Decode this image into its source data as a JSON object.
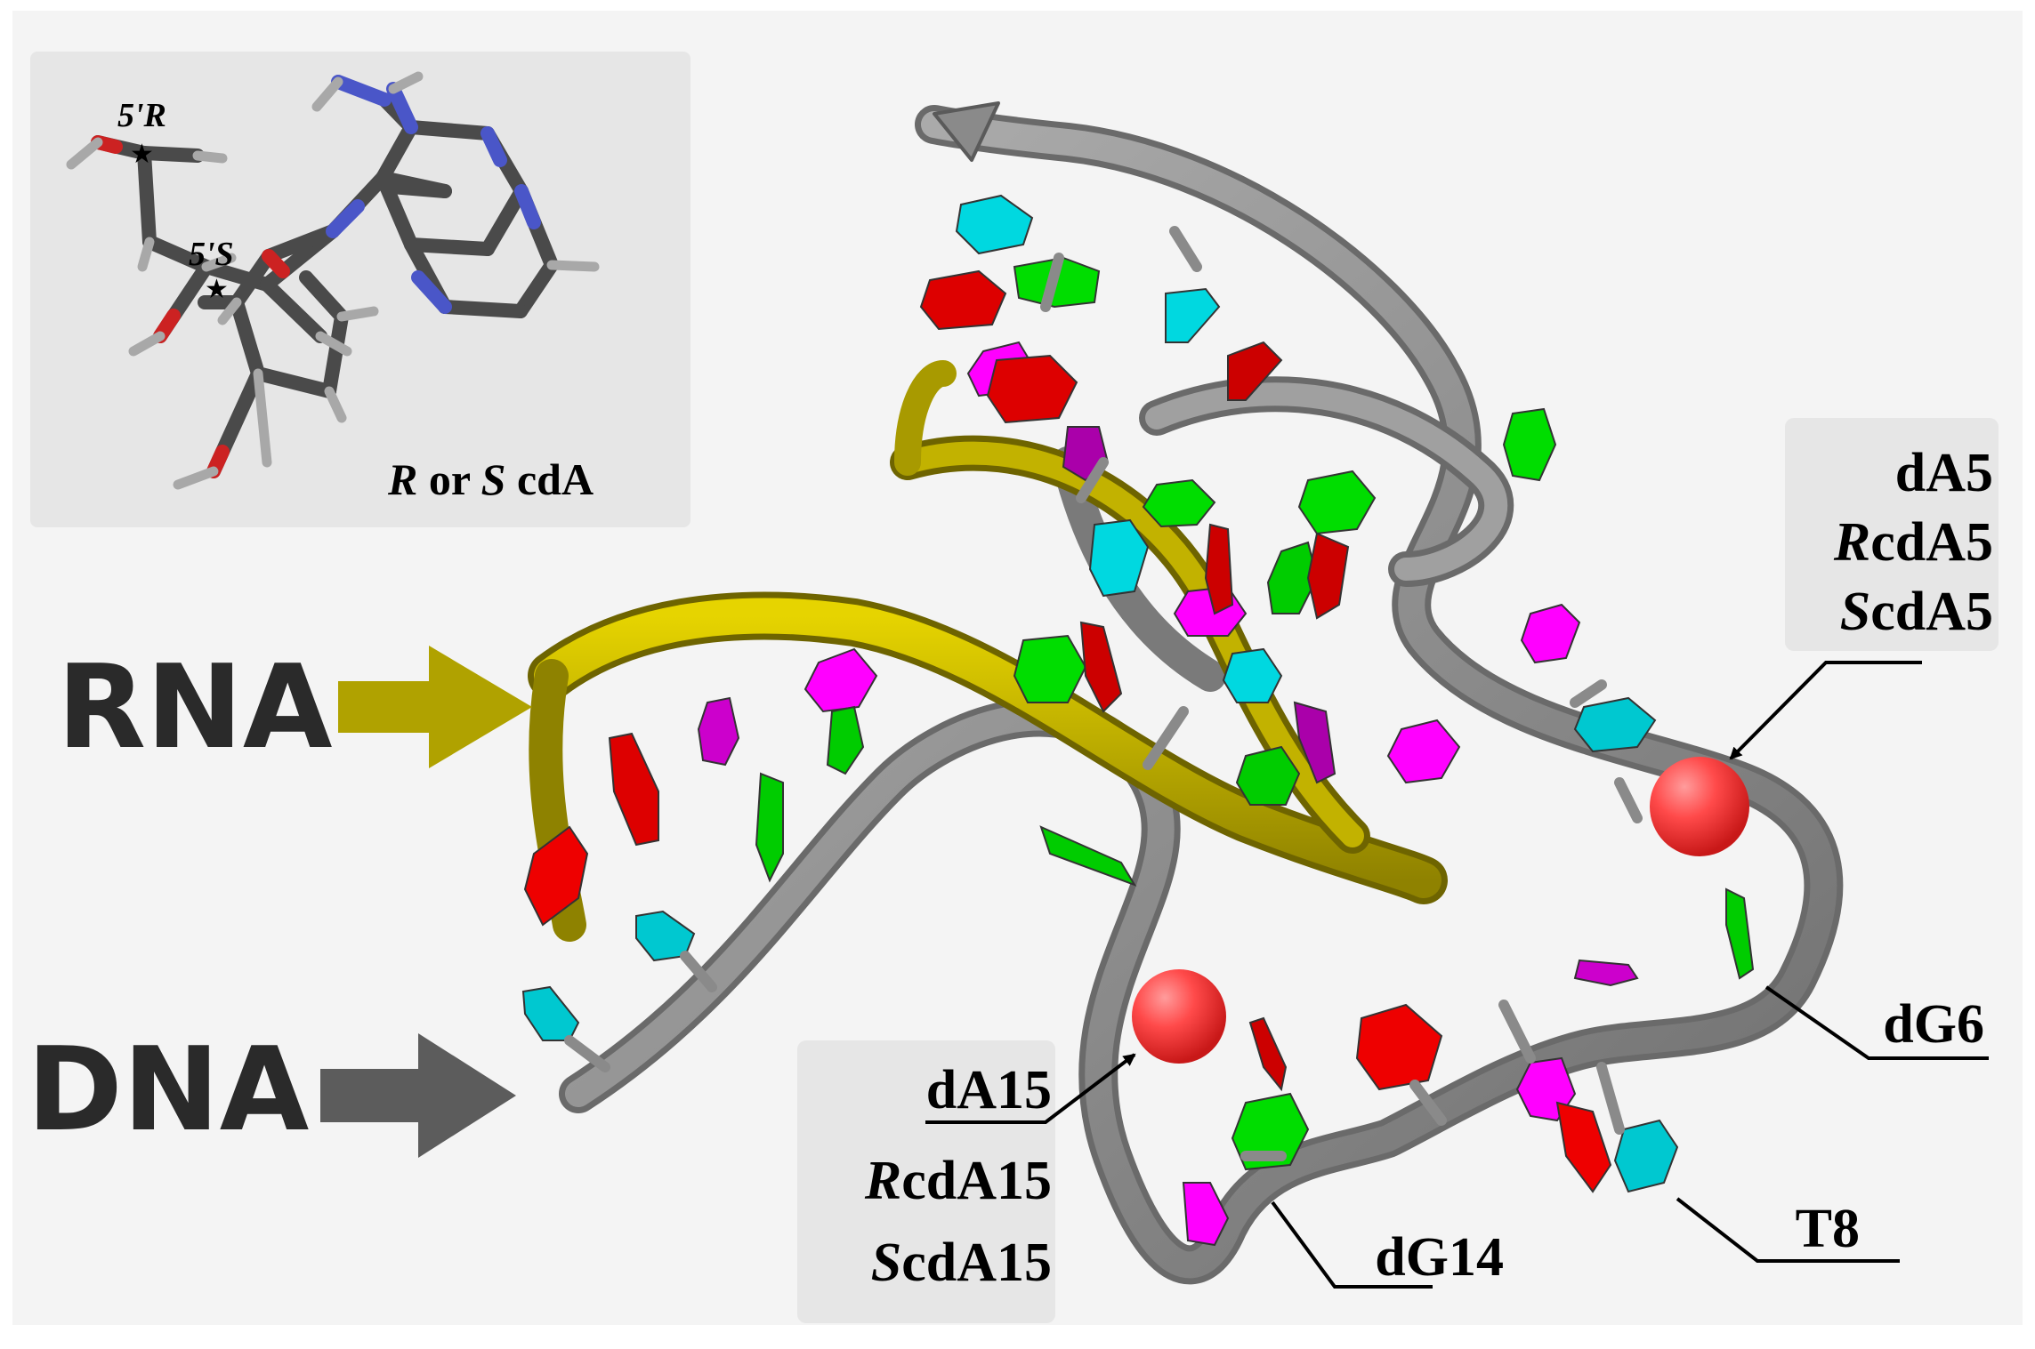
{
  "inset": {
    "label_r5": "5'R",
    "label_s5": "5'S",
    "caption_prefix": "R",
    "caption_mid": " or ",
    "caption_s": "S",
    "caption_suffix": " cdA"
  },
  "strands": {
    "rna": "RNA",
    "dna": "DNA"
  },
  "site5": {
    "line1": "dA5",
    "line2_prefix": "R",
    "line2_suffix": "cdA5",
    "line3_prefix": "S",
    "line3_suffix": "cdA5"
  },
  "site15": {
    "line1": "dA15",
    "line2_prefix": "R",
    "line2_suffix": "cdA15",
    "line3_prefix": "S",
    "line3_suffix": "cdA15"
  },
  "residues": {
    "dg6": "dG6",
    "dg14": "dG14",
    "t8": "T8"
  },
  "colors": {
    "rna_ribbon": "#b8a800",
    "dna_ribbon": "#8f8f8f",
    "adenine": "#ff00ff",
    "guanine": "#00e000",
    "cytosine": "#e00000",
    "thymine": "#00d8e0",
    "lesion_sphere": "#ff4040",
    "label_panel": "#e6e6e6"
  }
}
